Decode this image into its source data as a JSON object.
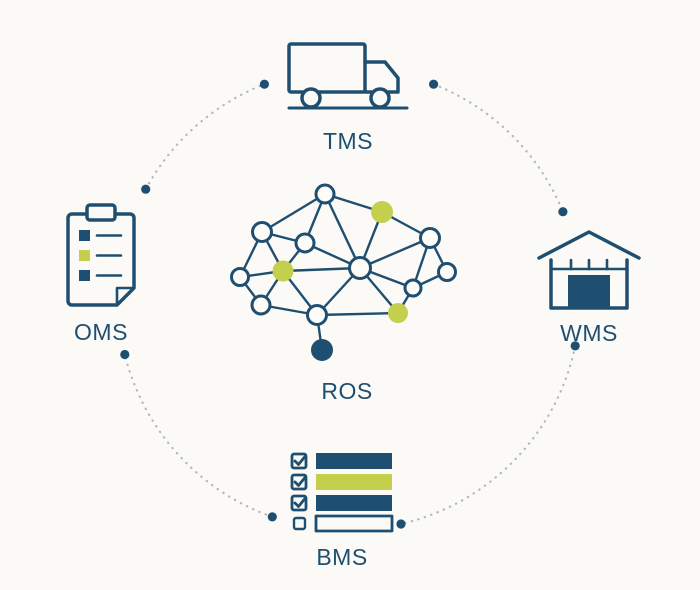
{
  "colors": {
    "navy": "#1f4f70",
    "green": "#c3cf4d",
    "dotted_ring": "#b2b9c1",
    "background": "#fcfaf7"
  },
  "center": {
    "label": "ROS",
    "icon": "brain-network-icon"
  },
  "systems": [
    {
      "id": "tms",
      "label": "TMS",
      "icon": "truck-icon",
      "position": "top"
    },
    {
      "id": "oms",
      "label": "OMS",
      "icon": "clipboard-icon",
      "position": "left"
    },
    {
      "id": "wms",
      "label": "WMS",
      "icon": "warehouse-icon",
      "position": "right"
    },
    {
      "id": "bms",
      "label": "BMS",
      "icon": "checklist-icon",
      "position": "bottom"
    }
  ]
}
